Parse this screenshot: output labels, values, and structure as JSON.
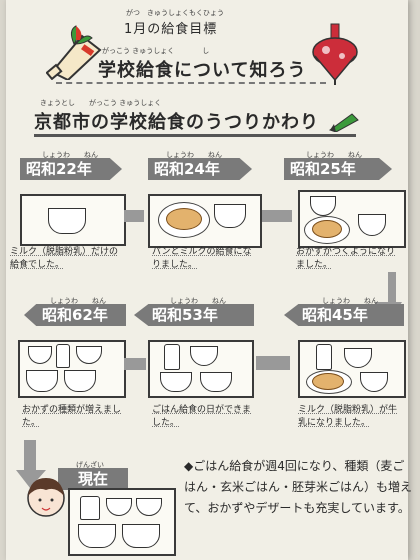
{
  "header": {
    "title": "1月の給食目標",
    "title_ruby": "がつ　きゅうしょくもくひょう",
    "subtitle": "学校給食について知ろう",
    "subtitle_ruby": "がっこう きゅうしょく　　　　し"
  },
  "main_title": "京都市の学校給食のうつりかわり",
  "main_title_ruby": "きょうとし　　がっこう きゅうしょく",
  "eras": [
    {
      "label": "昭和22年",
      "ruby": "しょうわ　　ねん",
      "caption": "ミルク（脱脂粉乳）だけの給食でした。"
    },
    {
      "label": "昭和24年",
      "ruby": "しょうわ　　ねん",
      "caption": "パンとミルクの給食になりました。"
    },
    {
      "label": "昭和25年",
      "ruby": "しょうわ　　ねん",
      "caption": "おかずがつくようになりました。"
    },
    {
      "label": "昭和45年",
      "ruby": "しょうわ　　ねん",
      "caption": "ミルク（脱脂粉乳）が牛乳になりました。"
    },
    {
      "label": "昭和53年",
      "ruby": "しょうわ　　ねん",
      "caption": "ごはん給食の日ができました。"
    },
    {
      "label": "昭和62年",
      "ruby": "しょうわ　　ねん",
      "caption": "おかずの種類が増えました。"
    }
  ],
  "now": {
    "label": "現在",
    "ruby": "げんざい",
    "text": "◆ごはん給食が週4回になり、種類（麦ごはん・玄米ごはん・胚芽米ごはん）も増えて、おかずやデザートも充実しています。"
  },
  "colors": {
    "label_bg": "#7a7a7a",
    "paper": "#f1efe6",
    "pencil": "#3c9a3c",
    "top_toy": "#cc2d3a"
  },
  "icons": [
    "paddle-icon",
    "spinning-top-icon",
    "pencil-icon"
  ]
}
